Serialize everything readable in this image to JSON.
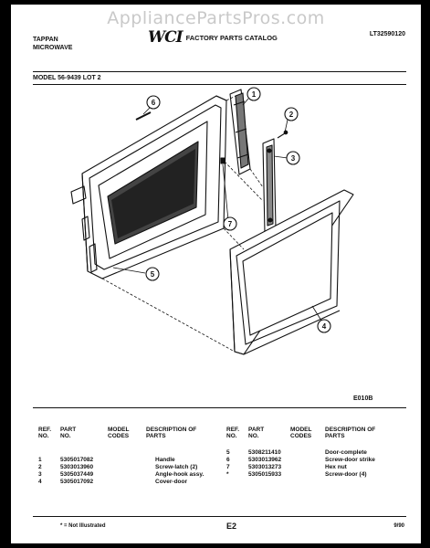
{
  "watermark": "AppliancePartsPros.com",
  "header": {
    "brand_line1": "TAPPAN",
    "brand_line2": "MICROWAVE",
    "logo_text": "WCI",
    "catalog_title": "FACTORY PARTS CATALOG",
    "doc_number": "LT32590120",
    "model_line": "MODEL 56-9439 LOT 2"
  },
  "diagram": {
    "callouts": [
      "1",
      "2",
      "3",
      "4",
      "5",
      "6",
      "7"
    ],
    "figure_code": "E010B"
  },
  "parts_table": {
    "headers": {
      "ref_no": "REF. NO.",
      "part_no": "PART NO.",
      "model_codes": "MODEL CODES",
      "description": "DESCRIPTION OF PARTS"
    },
    "left": [
      {
        "ref": "1",
        "part": "5305017082",
        "desc": "Handle"
      },
      {
        "ref": "2",
        "part": "5303013960",
        "desc": "Screw-latch (2)"
      },
      {
        "ref": "3",
        "part": "5305037449",
        "desc": "Angle-hook assy."
      },
      {
        "ref": "4",
        "part": "5305017092",
        "desc": "Cover-door"
      }
    ],
    "right": [
      {
        "ref": "5",
        "part": "5308211410",
        "desc": "Door-complete"
      },
      {
        "ref": "6",
        "part": "5303013962",
        "desc": "Screw-door strike"
      },
      {
        "ref": "7",
        "part": "5303013273",
        "desc": "Hex nut"
      },
      {
        "ref": "*",
        "part": "5305015933",
        "desc": "Screw-door (4)"
      }
    ]
  },
  "footer": {
    "note": "* = Not Illustrated",
    "page": "E2",
    "date": "9/90"
  }
}
